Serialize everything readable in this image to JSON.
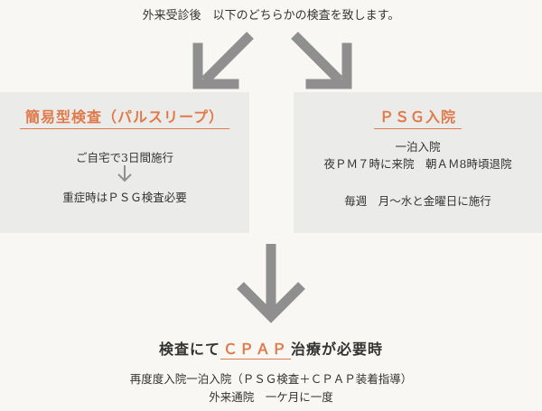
{
  "intro": "外来受診後　以下のどちらかの検査を致します。",
  "left": {
    "title": "簡易型検査（パルスリープ）",
    "line1": "ご自宅で3日間施行",
    "line2": "重症時はＰＳＧ検査必要"
  },
  "right": {
    "title": "ＰＳＧ入院",
    "line1": "一泊入院",
    "line2": "夜ＰＭ７時に来院　朝ＡＭ8時頃退院",
    "line3": "毎週　月〜水と金曜日に施行"
  },
  "result": {
    "prefix": "検査にて",
    "highlight": "ＣＰＡＰ",
    "suffix": "治療が必要時",
    "line1": "再度度入院一泊入院（ＰＳＧ検査＋ＣＰＡＰ装着指導）",
    "line2": "外来通院　一ケ月に一度"
  },
  "colors": {
    "accent": "#e07a4a",
    "arrow": "#8f8f8f",
    "box": "#ebebea"
  }
}
